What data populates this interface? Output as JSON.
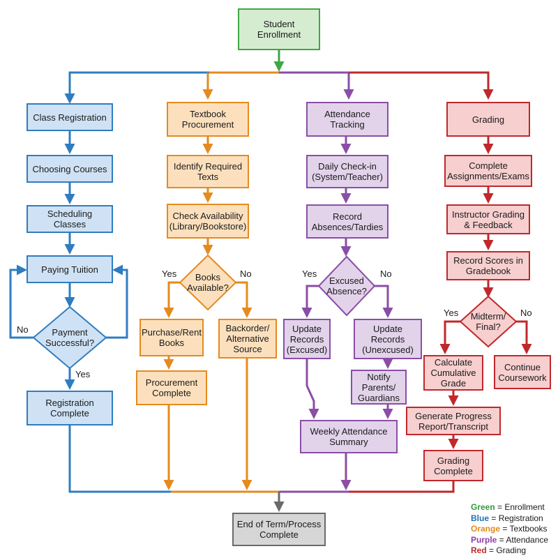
{
  "start": "Student\nEnrollment",
  "blue": {
    "class_registration": "Class Registration",
    "choosing_courses": "Choosing Courses",
    "scheduling_classes": "Scheduling Classes",
    "paying_tuition": "Paying Tuition",
    "payment_successful": "Payment\nSuccessful?",
    "no": "No",
    "yes": "Yes",
    "registration_complete": "Registration\nComplete"
  },
  "orange": {
    "textbook_procurement": "Textbook\nProcurement",
    "identify_required_texts": "Identify Required\nTexts",
    "check_availability": "Check Availability\n(Library/Bookstore)",
    "books_available": "Books\nAvailable?",
    "yes": "Yes",
    "no": "No",
    "purchase_rent": "Purchase/Rent\nBooks",
    "backorder": "Backorder/\nAlternative\nSource",
    "procurement_complete": "Procurement\nComplete"
  },
  "purple": {
    "attendance_tracking": "Attendance\nTracking",
    "daily_checkin": "Daily Check-in\n(System/Teacher)",
    "record_absences": "Record\nAbsences/Tardies",
    "excused_absence": "Excused\nAbsence?",
    "yes": "Yes",
    "no": "No",
    "update_excused": "Update\nRecords\n(Excused)",
    "update_unexcused": "Update\nRecords\n(Unexcused)",
    "notify_parents": "Notify\nParents/\nGuardians",
    "weekly_summary": "Weekly Attendance\nSummary"
  },
  "red": {
    "grading": "Grading",
    "complete_assignments": "Complete\nAssignments/Exams",
    "instructor_grading": "Instructor Grading\n& Feedback",
    "record_scores": "Record Scores in\nGradebook",
    "midterm_final": "Midterm/\nFinal?",
    "yes": "Yes",
    "no": "No",
    "calculate_grade": "Calculate\nCumulative\nGrade",
    "continue_coursework": "Continue\nCoursework",
    "generate_report": "Generate Progress\nReport/Transcript",
    "grading_complete": "Grading\nComplete"
  },
  "end": "End of Term/Process\nComplete",
  "legend": [
    {
      "word": "Green",
      "rest": " = Enrollment",
      "color": "#2e9a3a"
    },
    {
      "word": "Blue",
      "rest": " = Registration",
      "color": "#1f6fb5"
    },
    {
      "word": "Orange",
      "rest": " = Textbooks",
      "color": "#e58a1f"
    },
    {
      "word": "Purple",
      "rest": " = Attendance",
      "color": "#8a3fa6"
    },
    {
      "word": "Red",
      "rest": " = Grading",
      "color": "#c0282b"
    }
  ],
  "colors": {
    "green": "#3fa745",
    "blue": "#2f7cc0",
    "orange": "#e58a1f",
    "purple": "#8a4ea6",
    "red": "#c0282b",
    "gray": "#6a6a6a"
  }
}
